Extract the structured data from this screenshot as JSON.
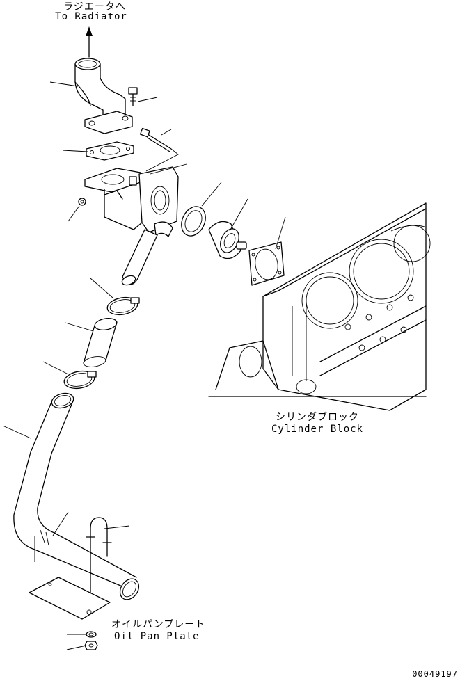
{
  "labels": {
    "to_radiator_jp": "ラジエータへ",
    "to_radiator_en": "To Radiator",
    "cylinder_block_jp": "シリンダブロック",
    "cylinder_block_en": "Cylinder Block",
    "oil_pan_plate_jp": "オイルパンプレート",
    "oil_pan_plate_en": "Oil Pan Plate",
    "figure_number": "00049197"
  }
}
